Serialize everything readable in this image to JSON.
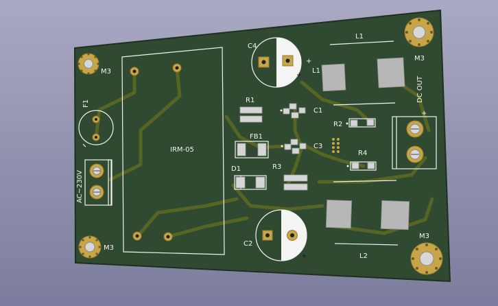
{
  "labels": {
    "m3_top_left": "M3",
    "m3_top_right": "M3",
    "m3_bottom_left": "M3",
    "m3_bottom_right": "M3",
    "f1": "F1",
    "ac_230v": "AC~230V",
    "irm05": "IRM-05",
    "c4": "C4",
    "c4_plus": "+",
    "c4_plus_bottom": "+",
    "l1_top": "L1",
    "l1_side": "L1",
    "r1": "R1",
    "c1": "C1",
    "r2": "R2",
    "fb1": "FB1",
    "c3": "C3",
    "d1": "D1",
    "r3": "R3",
    "r4": "R4",
    "c2": "C2",
    "c2_plus": "+",
    "l2": "L2",
    "dc_out": "DC OUT",
    "dc_plus": "+"
  },
  "colors": {
    "board": "#2f4a30",
    "board_edge": "#1e301f",
    "silkscreen": "#f2f2f2",
    "copper": "#c9a54a",
    "trace": "#5e6a22"
  }
}
